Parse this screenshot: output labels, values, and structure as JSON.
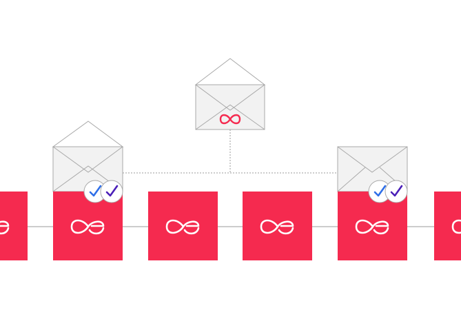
{
  "diagram": {
    "colors": {
      "block_fill": "#f52a4f",
      "logo_stroke": "#ffffff",
      "envelope_fill": "#f2f2f2",
      "envelope_stroke": "#a8a8a8",
      "connector": "#9a9a9a",
      "check_first": "#2f6fe8",
      "check_second": "#4a1fb8",
      "badge_fill": "#ffffff",
      "badge_stroke": "#a8a8a8"
    },
    "icons": {
      "block_logo": "aeternity-logo-icon",
      "envelope_seal": "infinity-icon",
      "confirmation": "double-check-icon"
    },
    "blocks": [
      {
        "id": "block-0",
        "partial": true
      },
      {
        "id": "block-1",
        "has_envelope": true,
        "envelope_state": "open",
        "confirmed": true
      },
      {
        "id": "block-2"
      },
      {
        "id": "block-3"
      },
      {
        "id": "block-4",
        "has_envelope": true,
        "envelope_state": "closed",
        "confirmed": true
      },
      {
        "id": "block-5",
        "partial": true
      }
    ],
    "source_envelope": {
      "state": "open",
      "seal_icon": "infinity-icon"
    }
  }
}
